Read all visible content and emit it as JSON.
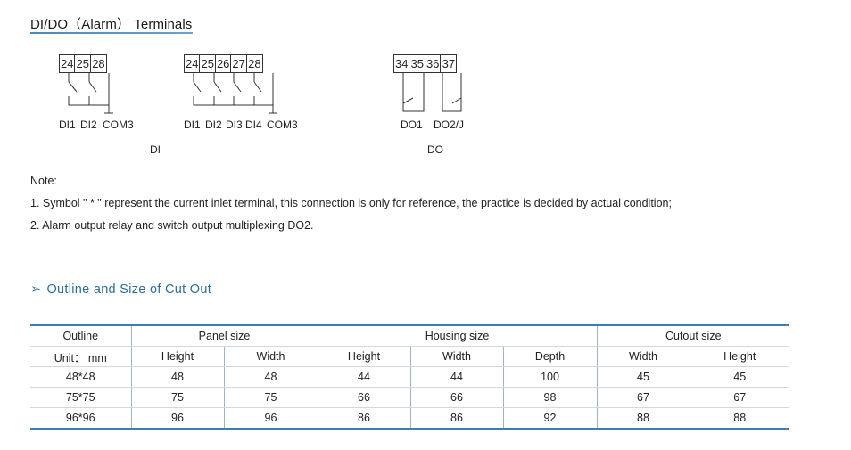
{
  "heading": "DI/DO（Alarm） Terminals",
  "diagrams": {
    "di_2": {
      "terminals": [
        "24",
        "25",
        "28"
      ],
      "labels": [
        "DI1",
        "DI2",
        "COM3"
      ]
    },
    "di_4": {
      "terminals": [
        "24",
        "25",
        "26",
        "27",
        "28"
      ],
      "labels": [
        "DI1",
        "DI2",
        "DI3",
        "DI4",
        "COM3"
      ]
    },
    "do": {
      "terminals": [
        "34",
        "35",
        "36",
        "37"
      ],
      "labels": [
        "DO1",
        "DO2/J"
      ]
    },
    "di_caption": "DI",
    "do_caption": "DO"
  },
  "notes": {
    "title": "Note:",
    "items": [
      "1. Symbol \" * \" represent the current inlet terminal, this connection is only for reference, the practice is decided by actual condition;",
      "2. Alarm output relay and switch output multiplexing DO2."
    ]
  },
  "section": {
    "arrow": "➢",
    "title": "Outline and Size of Cut Out"
  },
  "table": {
    "group_headers": [
      "Outline",
      "Panel size",
      "Housing size",
      "Cutout size"
    ],
    "sub_headers": [
      "Unit： mm",
      "Height",
      "Width",
      "Height",
      "Width",
      "Depth",
      "Width",
      "Height"
    ],
    "rows": [
      [
        "48*48",
        "48",
        "48",
        "44",
        "44",
        "100",
        "45",
        "45"
      ],
      [
        "75*75",
        "75",
        "75",
        "66",
        "66",
        "98",
        "67",
        "67"
      ],
      [
        "96*96",
        "96",
        "96",
        "86",
        "86",
        "92",
        "88",
        "88"
      ]
    ]
  }
}
